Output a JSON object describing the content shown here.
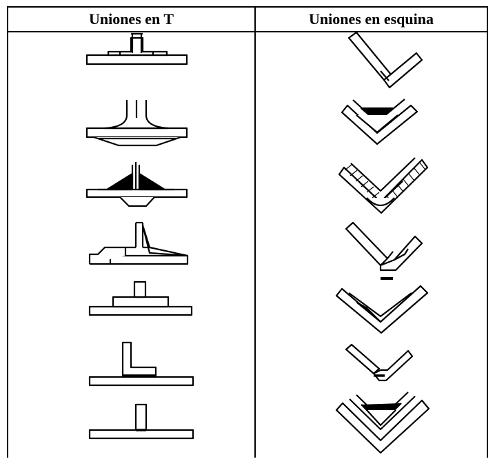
{
  "table": {
    "headers": [
      "Uniones en T",
      "Uniones en esquina"
    ]
  },
  "diagram": {
    "left_column_items": 7,
    "right_column_items": 7,
    "stroke_color": "#000000",
    "fill_color": "#ffffff"
  }
}
